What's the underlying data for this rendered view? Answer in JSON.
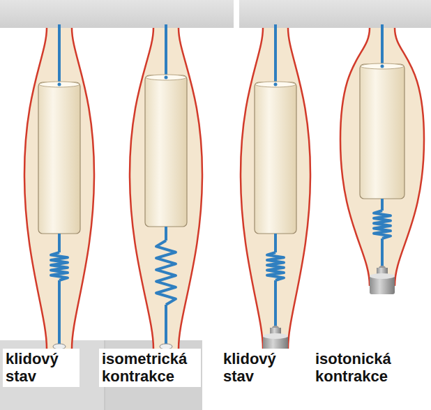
{
  "diagram": {
    "labels": [
      "klidový stav",
      "isometrická kontrakce",
      "klidový stav",
      "isotonická kontrakce"
    ]
  }
}
